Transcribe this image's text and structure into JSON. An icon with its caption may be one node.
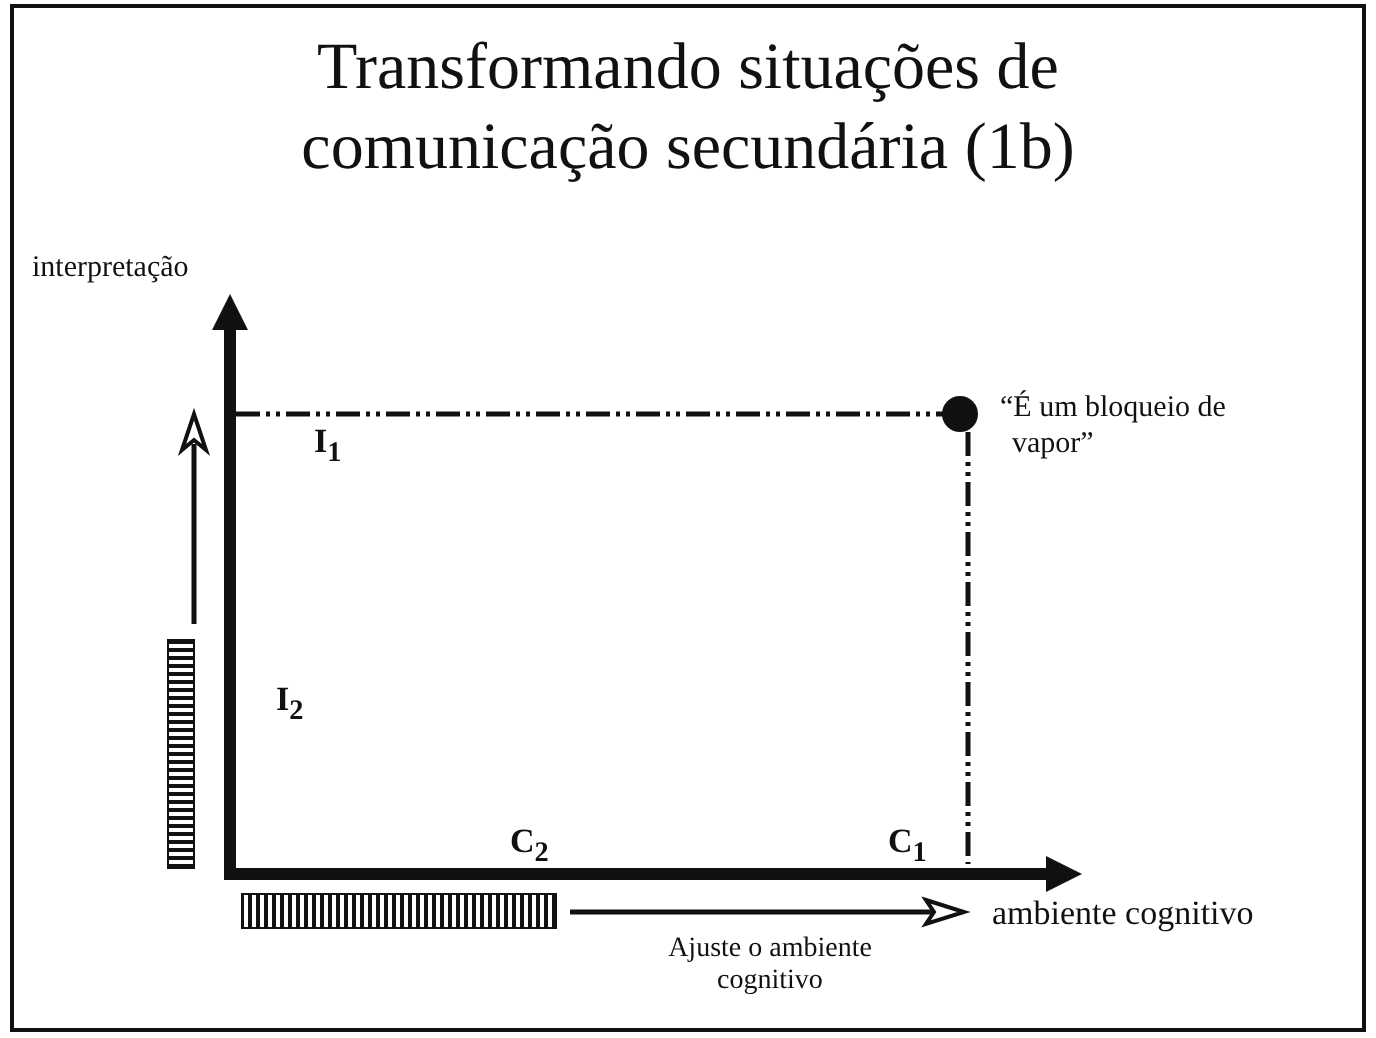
{
  "diagram": {
    "title": "Transformando situações de comunicação secundária (1b)",
    "nodes": [
      {
        "text": [],
        "shape": "circle",
        "beside": [
          "“É um bloqueio de vapor”"
        ]
      }
    ],
    "labels": [
      "interpretação",
      "I$_{1}$",
      "I$_{2}$",
      "C$_{2}$",
      "C$_{1}$",
      "ambiente cognitivo",
      "Ajuste o ambiente cognitivo"
    ]
  }
}
